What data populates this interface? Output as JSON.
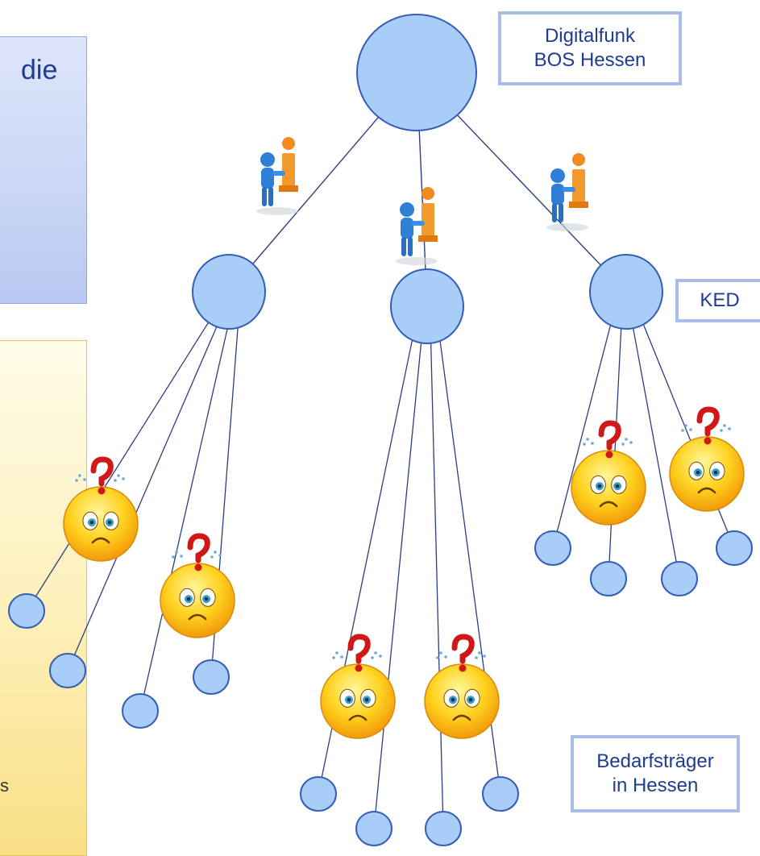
{
  "blue_panel": {
    "text": "die"
  },
  "yellow_panel": {
    "text": "s"
  },
  "labels": {
    "digitalfunk": "Digitalfunk\nBOS Hessen",
    "ked": "KED",
    "bedarf": "Bedarfsträger\nin Hessen"
  },
  "colors": {
    "node_fill": "#a8cdf6",
    "node_stroke": "#355db8",
    "edge": "#2b3f80",
    "label_border": "#a9bde8",
    "label_text": "#1f3d8f"
  },
  "icons": [
    "info-carrier-figure",
    "confused-smiley"
  ]
}
